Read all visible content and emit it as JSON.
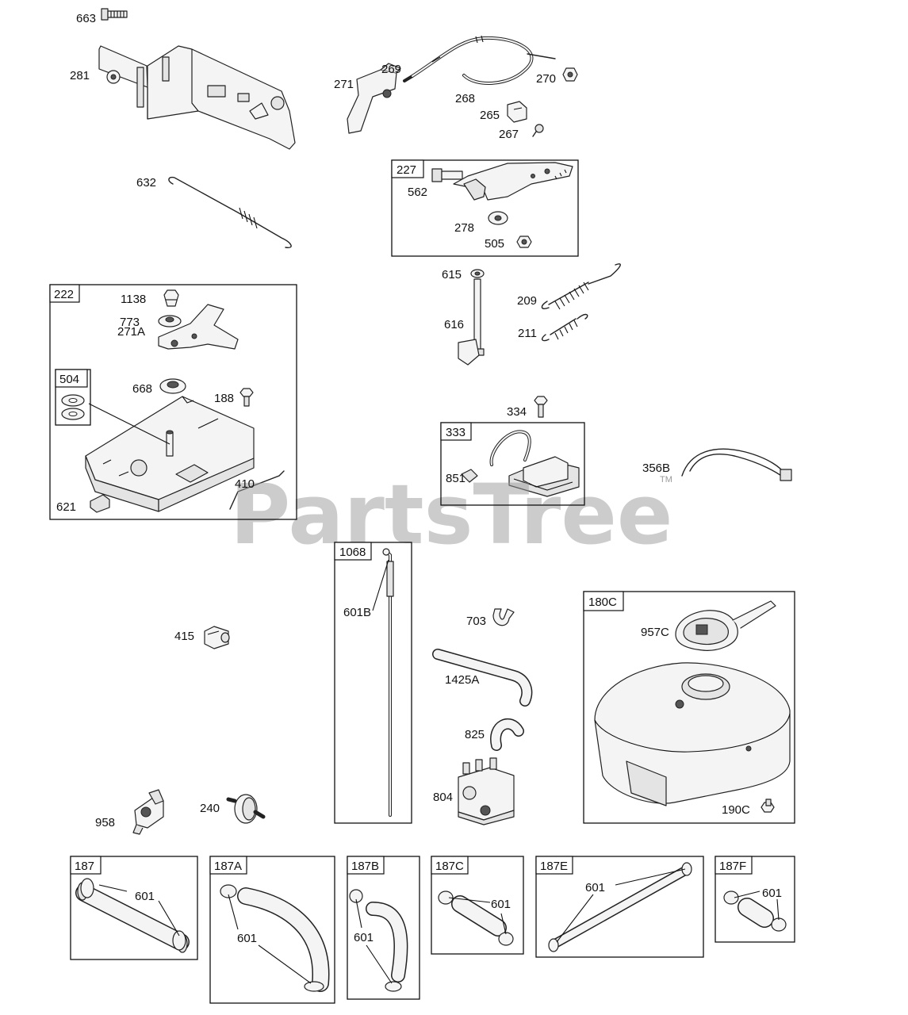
{
  "watermark": {
    "text": "PartsTree",
    "mark": "TM"
  },
  "labels": {
    "l663": "663",
    "l281": "281",
    "l271": "271",
    "l269": "269",
    "l270": "270",
    "l268": "268",
    "l265": "265",
    "l267": "267",
    "l632": "632",
    "l562": "562",
    "l278": "278",
    "l505": "505",
    "l615": "615",
    "l616": "616",
    "l209": "209",
    "l211": "211",
    "l1138": "1138",
    "l773": "773",
    "l271A": "271A",
    "l668": "668",
    "l188": "188",
    "l410": "410",
    "l621": "621",
    "l334": "334",
    "l851": "851",
    "l356B": "356B",
    "l601B": "601B",
    "l415": "415",
    "l703": "703",
    "l1425A": "1425A",
    "l825": "825",
    "l804": "804",
    "l957C": "957C",
    "l190C": "190C",
    "l958": "958",
    "l240": "240",
    "l601a": "601",
    "l601b": "601",
    "l601c": "601",
    "l601d": "601",
    "l601e": "601",
    "l601f": "601"
  },
  "groups": {
    "g227": "227",
    "g222": "222",
    "g504": "504",
    "g333": "333",
    "g1068": "1068",
    "g180C": "180C",
    "g187": "187",
    "g187A": "187A",
    "g187B": "187B",
    "g187C": "187C",
    "g187E": "187E",
    "g187F": "187F"
  }
}
